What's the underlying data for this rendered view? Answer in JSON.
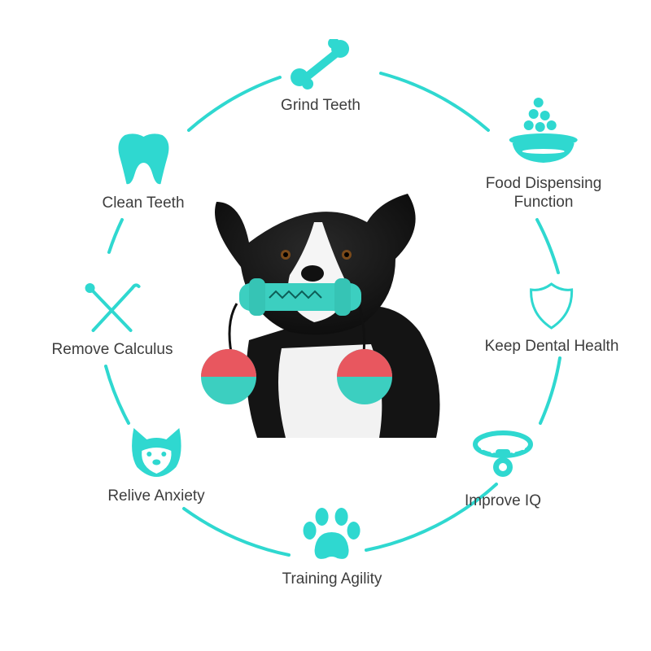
{
  "colors": {
    "accent": "#2fd8d0",
    "text": "#3d3d3d",
    "toy_red": "#e8575f",
    "toy_teal": "#3ccfc0",
    "dog_black": "#161616"
  },
  "features": [
    {
      "id": "grind",
      "label": "Grind Teeth",
      "icon": "bone-icon"
    },
    {
      "id": "food",
      "label_line1": "Food Dispensing",
      "label_line2": "Function",
      "icon": "food-bowl-icon"
    },
    {
      "id": "dental",
      "label": "Keep Dental Health",
      "icon": "shield-icon"
    },
    {
      "id": "iq",
      "label": "Improve IQ",
      "icon": "dog-collar-icon"
    },
    {
      "id": "agility",
      "label": "Training Agility",
      "icon": "paw-icon"
    },
    {
      "id": "anxiety",
      "label": "Relive Anxiety",
      "icon": "dog-face-icon"
    },
    {
      "id": "calculus",
      "label": "Remove Calculus",
      "icon": "dental-tools-icon"
    },
    {
      "id": "clean",
      "label": "Clean Teeth",
      "icon": "tooth-icon"
    }
  ]
}
